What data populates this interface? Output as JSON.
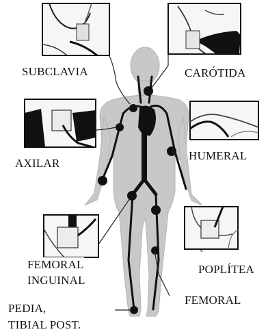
{
  "labels": {
    "subclavia": "SUBCLAVIA",
    "carotida": "CARÓTIDA",
    "axilar": "AXILAR",
    "humeral": "HUMERAL",
    "femoral_inguinal_1": "FEMORAL",
    "femoral_inguinal_2": "INGUINAL",
    "poplitea": "POPLÍTEA",
    "femoral": "FEMORAL",
    "pedia_1": "PEDIA,",
    "pedia_2": "TIBIAL POST."
  },
  "colors": {
    "body_silhouette": "#c8c8c8",
    "arteries": "#111111",
    "pulse_points": "#111111",
    "leader_lines": "#222222"
  }
}
